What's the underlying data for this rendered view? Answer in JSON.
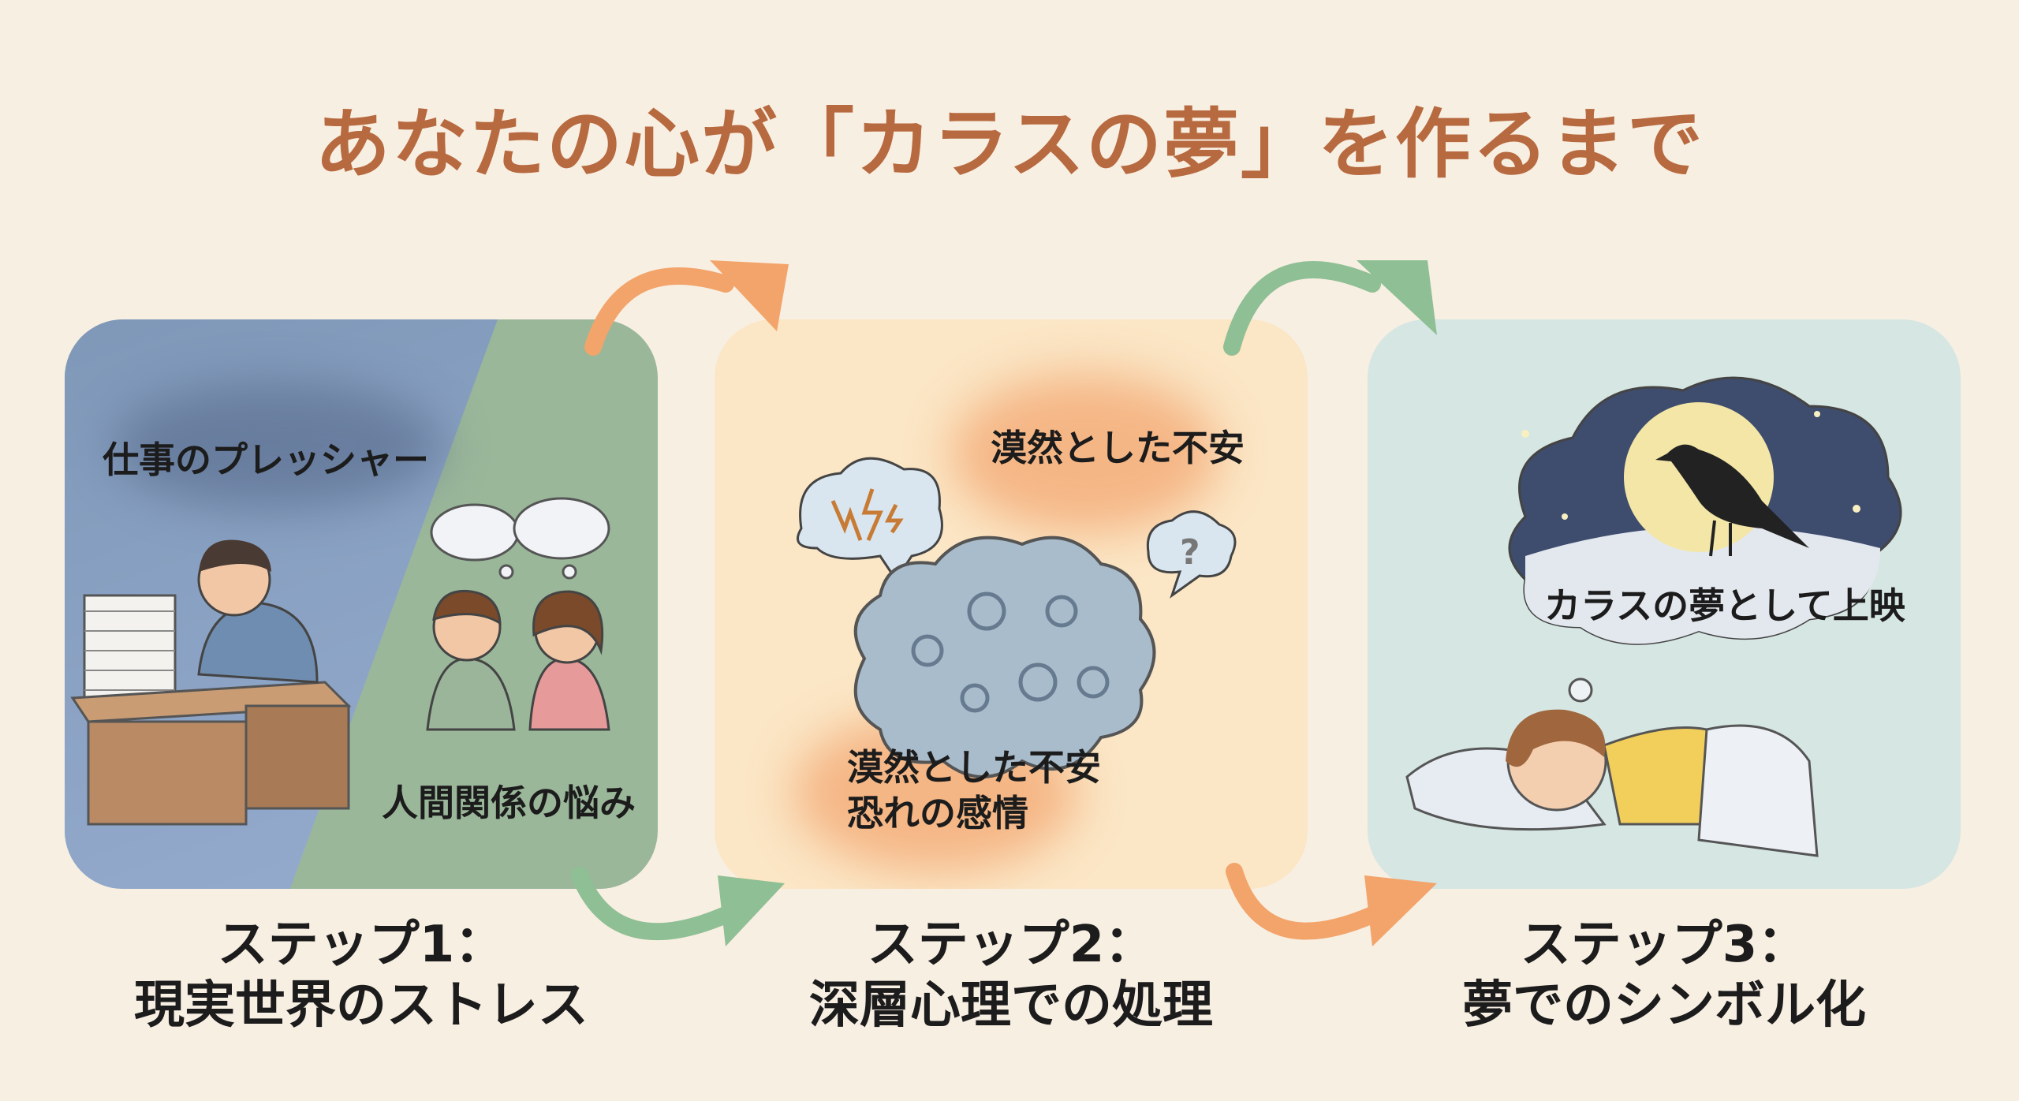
{
  "title": "あなたの心が「カラスの夢」を作るまで",
  "panels": [
    {
      "labels": [
        "仕事のプレッシャー",
        "人間関係の悩み"
      ]
    },
    {
      "labels": [
        "漠然とした不安",
        "漠然とした不安",
        "恐れの感情"
      ]
    },
    {
      "labels": [
        "カラスの夢として上映"
      ]
    }
  ],
  "steps": [
    {
      "line1": "ステップ1：",
      "line2": "現実世界のストレス"
    },
    {
      "line1": "ステップ2：",
      "line2": "深層心理での処理"
    },
    {
      "line1": "ステップ3：",
      "line2": "夢でのシンボル化"
    }
  ],
  "colors": {
    "title": "#b76a3f",
    "arrow_orange": "#f2a46a",
    "arrow_green": "#8fbf94"
  }
}
